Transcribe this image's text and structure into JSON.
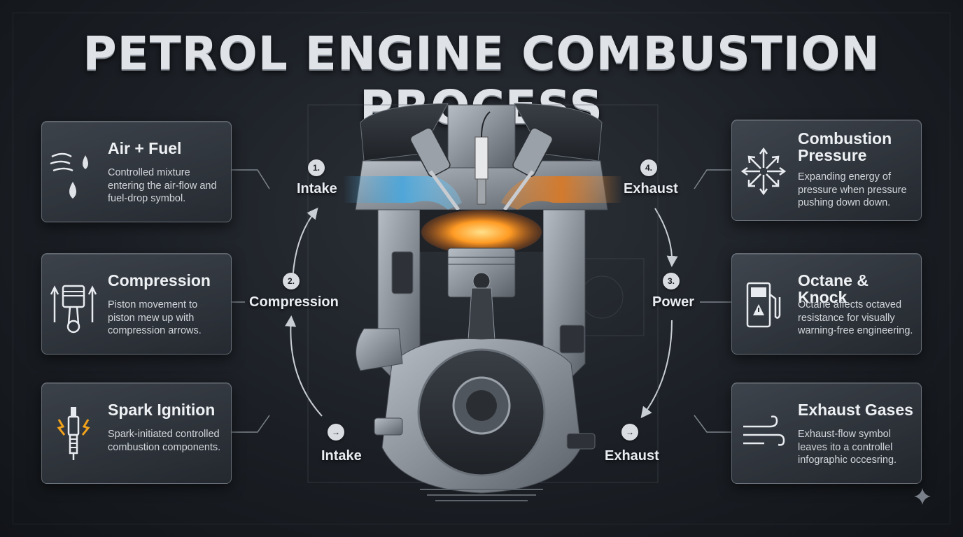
{
  "title": "PETROL ENGINE COMBUSTION PROCESS",
  "left_cards": [
    {
      "title": "Air + Fuel",
      "body": "Controlled mixture entering the air-flow and fuel-drop symbol.",
      "icon": "air-fuel-icon"
    },
    {
      "title": "Compression",
      "body": "Piston movement to piston mew up with compression arrows.",
      "icon": "piston-icon"
    },
    {
      "title": "Spark Ignition",
      "body": "Spark-initiated controlled combustion components.",
      "icon": "spark-plug-icon"
    }
  ],
  "right_cards": [
    {
      "title": "Combustion Pressure",
      "body": "Expanding energy of pressure when pressure pushing down down.",
      "icon": "pressure-burst-icon"
    },
    {
      "title": "Octane & Knock",
      "body": "Octane affects octaved resistance for visually warning-free engineering.",
      "icon": "fuel-pump-warning-icon"
    },
    {
      "title": "Exhaust Gases",
      "body": "Exhaust-flow symbol leaves ito a controllel infographic occesring.",
      "icon": "exhaust-wind-icon"
    }
  ],
  "steps": {
    "intake": {
      "badge": "1.",
      "label": "Intake"
    },
    "compression": {
      "badge": "2.",
      "label": "Compression"
    },
    "power": {
      "badge": "3.",
      "label": "Power"
    },
    "exhaust": {
      "badge": "4.",
      "label": "Exhaust"
    },
    "bottom_intake": {
      "badge": "→",
      "label": "Intake"
    },
    "bottom_exhaust": {
      "badge": "→",
      "label": "Exhaust"
    }
  },
  "colors": {
    "background": "#1b1f25",
    "intake_flow": "#4fa6d8",
    "exhaust_flow": "#e08a3a",
    "combustion": "#ff8a1e",
    "spark": "#f2a31b",
    "metal": "#8e959e"
  }
}
